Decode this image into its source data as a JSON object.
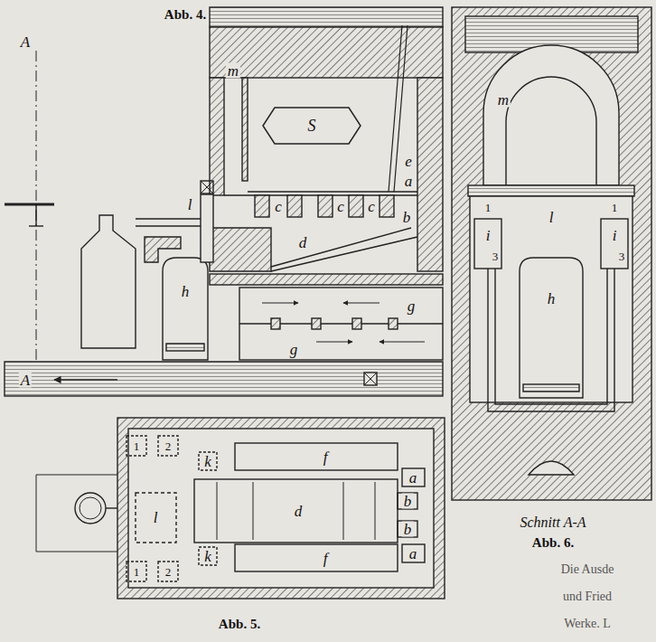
{
  "diagram": {
    "nodes": [
      {
        "text": [
          "S"
        ]
      }
    ],
    "labels": [
      "Abb. 4.",
      "A",
      "m",
      "e",
      "a",
      "c",
      "c",
      "c",
      "b",
      "d",
      "l",
      "h",
      "g",
      "g",
      "A",
      "Abb. 5.",
      "1",
      "2",
      "k",
      "l",
      "f",
      "a",
      "b",
      "d",
      "b",
      "a",
      "f",
      "k",
      "1",
      "2",
      "m",
      "1",
      "1",
      "i",
      "i",
      "l",
      "3",
      "3",
      "h",
      "Schnitt A-A",
      "Abb. 6.",
      "Die Ausde",
      "und Fried",
      "Werke. L"
    ]
  }
}
